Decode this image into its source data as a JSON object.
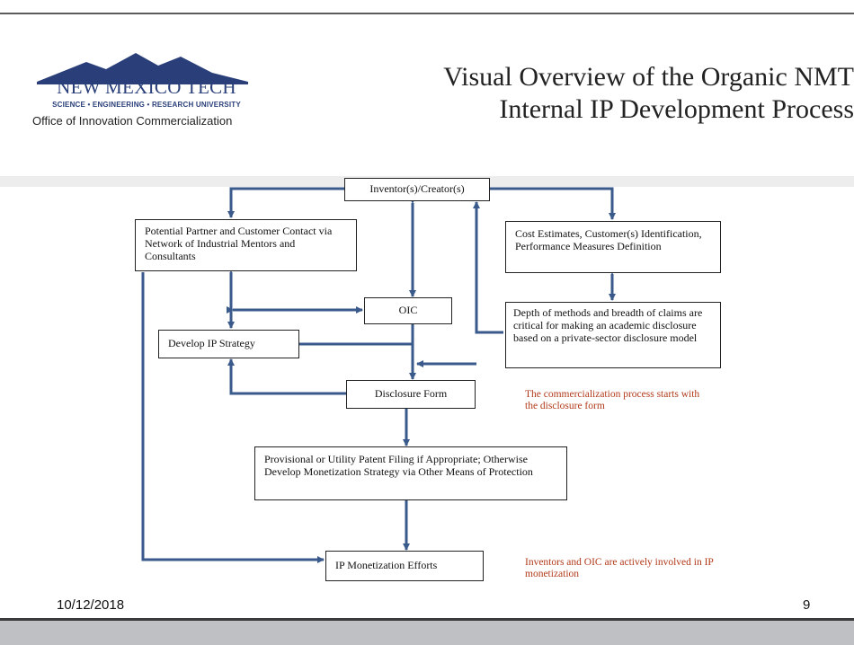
{
  "logo": {
    "name": "NEW MEXICO TECH",
    "tagline": "SCIENCE • ENGINEERING • RESEARCH UNIVERSITY",
    "office": "Office of Innovation Commercialization",
    "color": "#2a3f7a"
  },
  "title": {
    "line1": "Visual Overview of the Organic  NMT",
    "line2": "Internal IP Development Process"
  },
  "boxes": {
    "inventor": "Inventor(s)/Creator(s)",
    "partner": "Potential Partner and Customer Contact via Network of Industrial Mentors and Consultants",
    "cost": "Cost Estimates, Customer(s) Identification, Performance Measures Definition",
    "oic": "OIC",
    "depth": "Depth of methods and breadth of claims are critical for making an academic disclosure based on a private-sector disclosure model",
    "strategy": "Develop IP Strategy",
    "disclosure": "Disclosure Form",
    "patent": "Provisional or Utility Patent Filing if Appropriate; Otherwise Develop Monetization Strategy via Other Means of Protection",
    "monetization": "IP Monetization Efforts"
  },
  "notes": {
    "disclosure_note": "The commercialization process starts with the disclosure form",
    "monetization_note": "Inventors and OIC are actively involved in IP monetization",
    "note_color": "#b23a1a"
  },
  "arrow_color": "#3b5a8c",
  "footer": {
    "date": "10/12/2018",
    "page": "9"
  }
}
